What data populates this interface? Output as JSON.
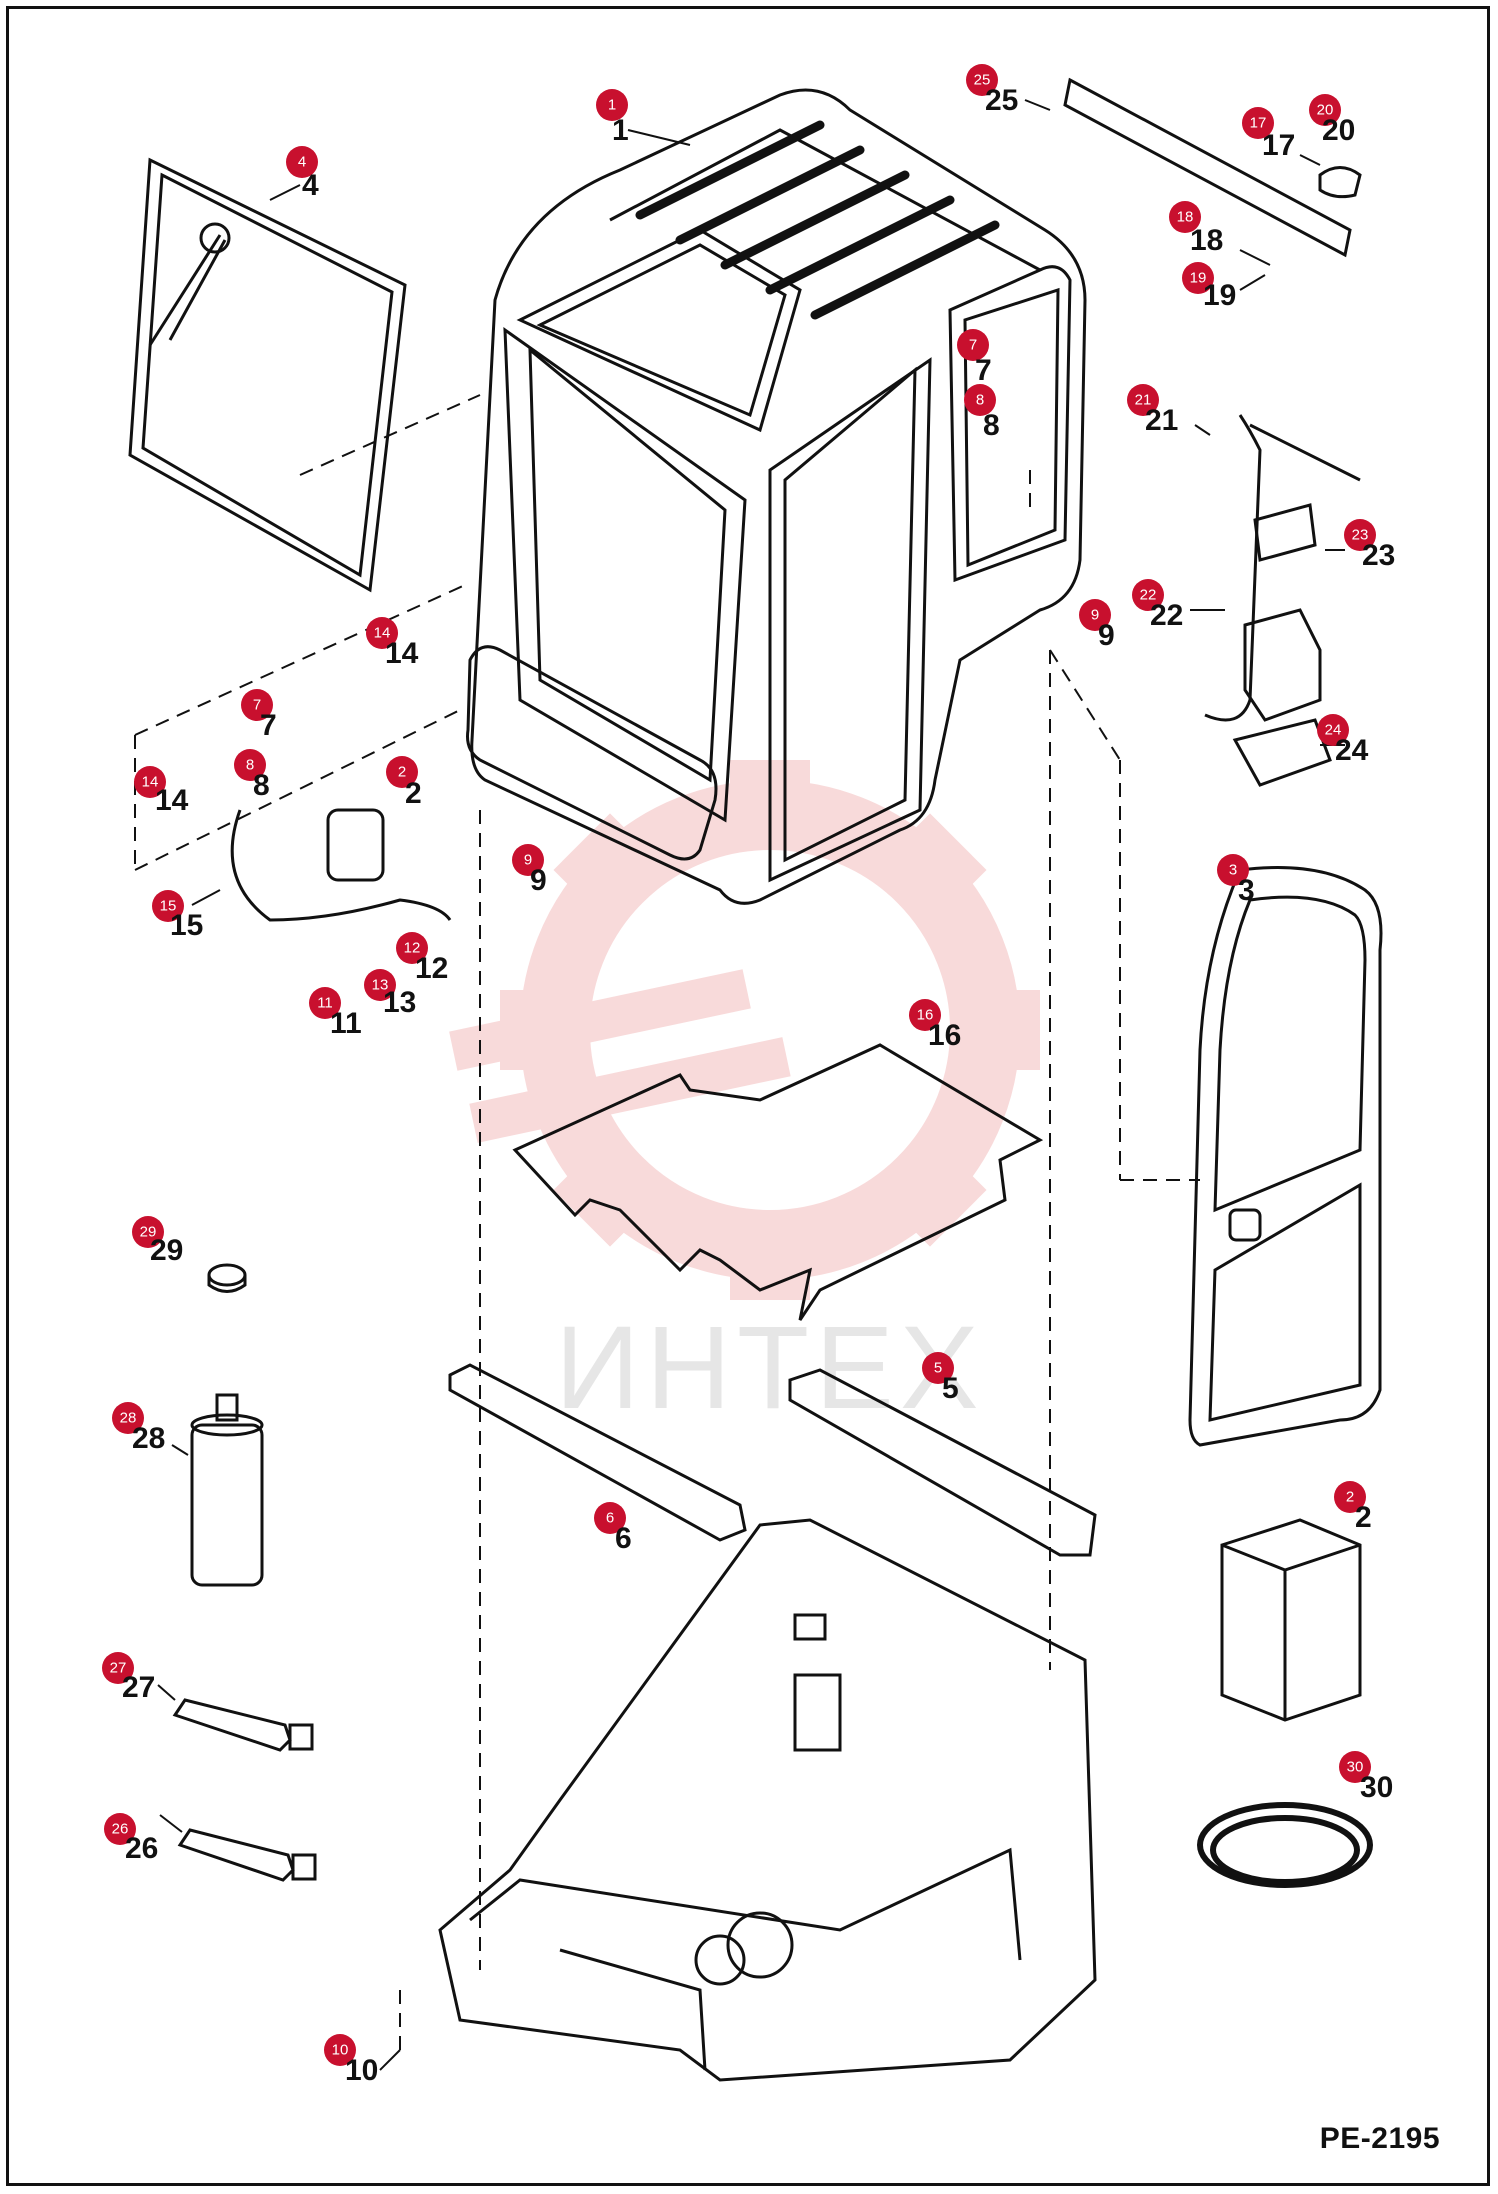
{
  "diagram": {
    "drawing_code": "PE-2195",
    "watermark_text": "ИНТЕХ",
    "badge_color": "#c8102e",
    "watermark_color": "#f6c9c9",
    "callouts": [
      {
        "id": "1",
        "label": "1"
      },
      {
        "id": "4",
        "label": "4"
      },
      {
        "id": "25",
        "label": "25"
      },
      {
        "id": "17",
        "label": "17"
      },
      {
        "id": "20",
        "label": "20"
      },
      {
        "id": "18",
        "label": "18"
      },
      {
        "id": "19",
        "label": "19"
      },
      {
        "id": "7a",
        "label": "7"
      },
      {
        "id": "8a",
        "label": "8"
      },
      {
        "id": "21",
        "label": "21"
      },
      {
        "id": "23",
        "label": "23"
      },
      {
        "id": "22",
        "label": "22"
      },
      {
        "id": "9a",
        "label": "9"
      },
      {
        "id": "24",
        "label": "24"
      },
      {
        "id": "14a",
        "label": "14"
      },
      {
        "id": "7b",
        "label": "7"
      },
      {
        "id": "8b",
        "label": "8"
      },
      {
        "id": "2a",
        "label": "2"
      },
      {
        "id": "14b",
        "label": "14"
      },
      {
        "id": "15",
        "label": "15"
      },
      {
        "id": "9b",
        "label": "9"
      },
      {
        "id": "12",
        "label": "12"
      },
      {
        "id": "13",
        "label": "13"
      },
      {
        "id": "11",
        "label": "11"
      },
      {
        "id": "3",
        "label": "3"
      },
      {
        "id": "16",
        "label": "16"
      },
      {
        "id": "29",
        "label": "29"
      },
      {
        "id": "5",
        "label": "5"
      },
      {
        "id": "28",
        "label": "28"
      },
      {
        "id": "6",
        "label": "6"
      },
      {
        "id": "2b",
        "label": "2"
      },
      {
        "id": "27",
        "label": "27"
      },
      {
        "id": "30",
        "label": "30"
      },
      {
        "id": "26",
        "label": "26"
      },
      {
        "id": "10",
        "label": "10"
      }
    ]
  }
}
